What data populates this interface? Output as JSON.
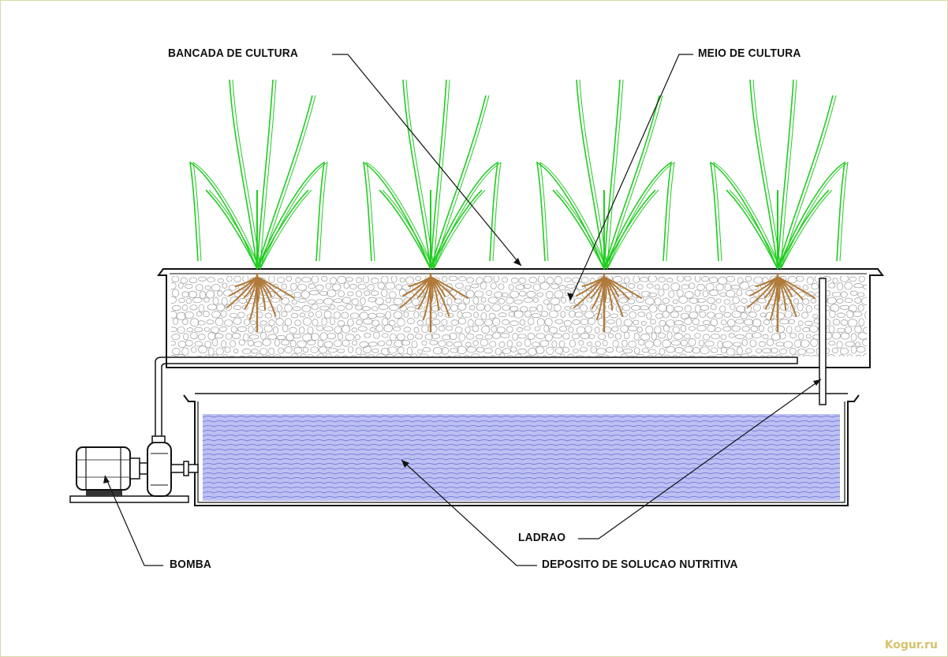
{
  "labels": {
    "bancada": "BANCADA DE CULTURA",
    "meio": "MEIO DE CULTURA",
    "ladrao": "LADRAO",
    "bomba": "BOMBA",
    "deposito": "DEPOSITO DE SOLUCAO NUTRITIVA"
  },
  "watermark": "Kogur.ru",
  "colors": {
    "line": "#111111",
    "plant": "#22cc22",
    "root": "#b07a3a",
    "water": "#b9bdf0",
    "water_line": "#6a6fd6",
    "gravel": "#9a9a9a",
    "watermark": "#d6c36a"
  },
  "parts": [
    "bench",
    "plants",
    "roots",
    "gravel-medium",
    "overflow-pipe",
    "reservoir",
    "pump",
    "supply-pipe"
  ]
}
